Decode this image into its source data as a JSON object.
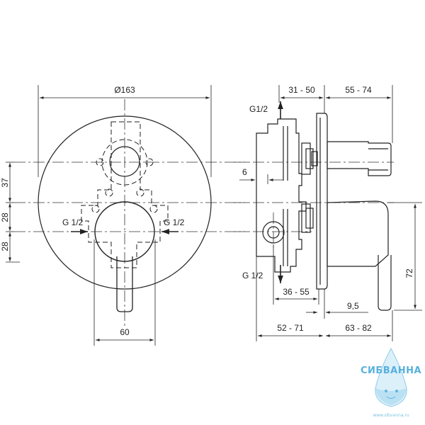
{
  "front_view": {
    "dims": {
      "diameter": "Ø163",
      "height_upper": "37",
      "height_mid": "28",
      "height_lower": "28",
      "width_bottom": "60"
    },
    "inlet_left": "G 1/2",
    "inlet_right": "G 1/2"
  },
  "side_view": {
    "dims": {
      "top_depth": "31 - 50",
      "top_projection": "55 - 74",
      "wall_offset": "6",
      "body_depth": "36 - 55",
      "plate_gap": "9,5",
      "bottom_depth": "52 - 71",
      "bottom_projection": "63 - 82",
      "lever_height": "72"
    },
    "inlet_top": "G1/2",
    "inlet_bottom": "G 1/2"
  },
  "watermark": {
    "brand": "СИБВАННА",
    "site": "www.sibvanna.ru"
  }
}
